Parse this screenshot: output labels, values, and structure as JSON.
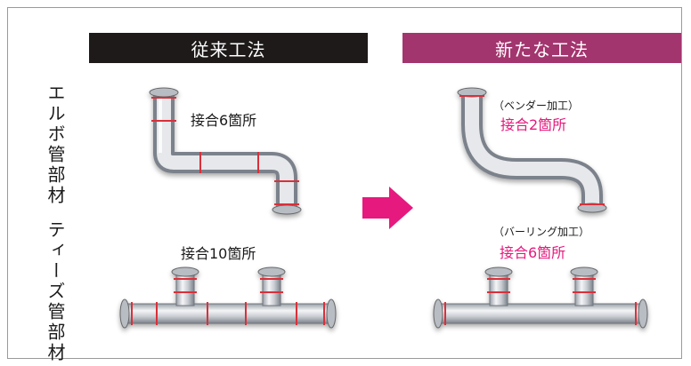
{
  "headers": {
    "conventional": "従来工法",
    "new": "新たな工法"
  },
  "row_labels": {
    "elbow": "エルボ管部材",
    "tee": "ティーズ管部材"
  },
  "conventional": {
    "elbow_joints": "接合6箇所",
    "tee_joints": "接合10箇所"
  },
  "new_method": {
    "elbow_process": "（ベンダー加工）",
    "elbow_joints": "接合2箇所",
    "tee_process": "（バーリング加工）",
    "tee_joints": "接合6箇所"
  },
  "colors": {
    "header_conventional": "#1e1a1a",
    "header_new": "#a3356e",
    "accent_pink": "#e5197d",
    "joint_red": "#d9303a",
    "arrow": "#e6197e"
  },
  "icons": [
    "right-arrow-icon",
    "elbow-pipe-icon",
    "tee-pipe-icon"
  ]
}
